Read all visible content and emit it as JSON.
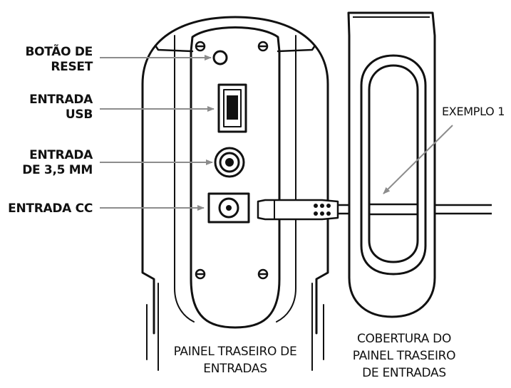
{
  "labels": {
    "reset": [
      "BOTÃO DE",
      "RESET"
    ],
    "usb": [
      "ENTRADA",
      "USB"
    ],
    "jack": [
      "ENTRADA",
      "DE 3,5 MM"
    ],
    "dc": [
      "ENTRADA CC"
    ],
    "example": [
      "EXEMPLO 1"
    ],
    "rear_panel": [
      "PAINEL TRASEIRO DE",
      "ENTRADAS"
    ],
    "cover": [
      "COBERTURA DO",
      "PAINEL TRASEIRO",
      "DE ENTRADAS"
    ]
  },
  "colors": {
    "line": "#111111",
    "arrow": "#8c8c8c",
    "text": "#111111"
  }
}
